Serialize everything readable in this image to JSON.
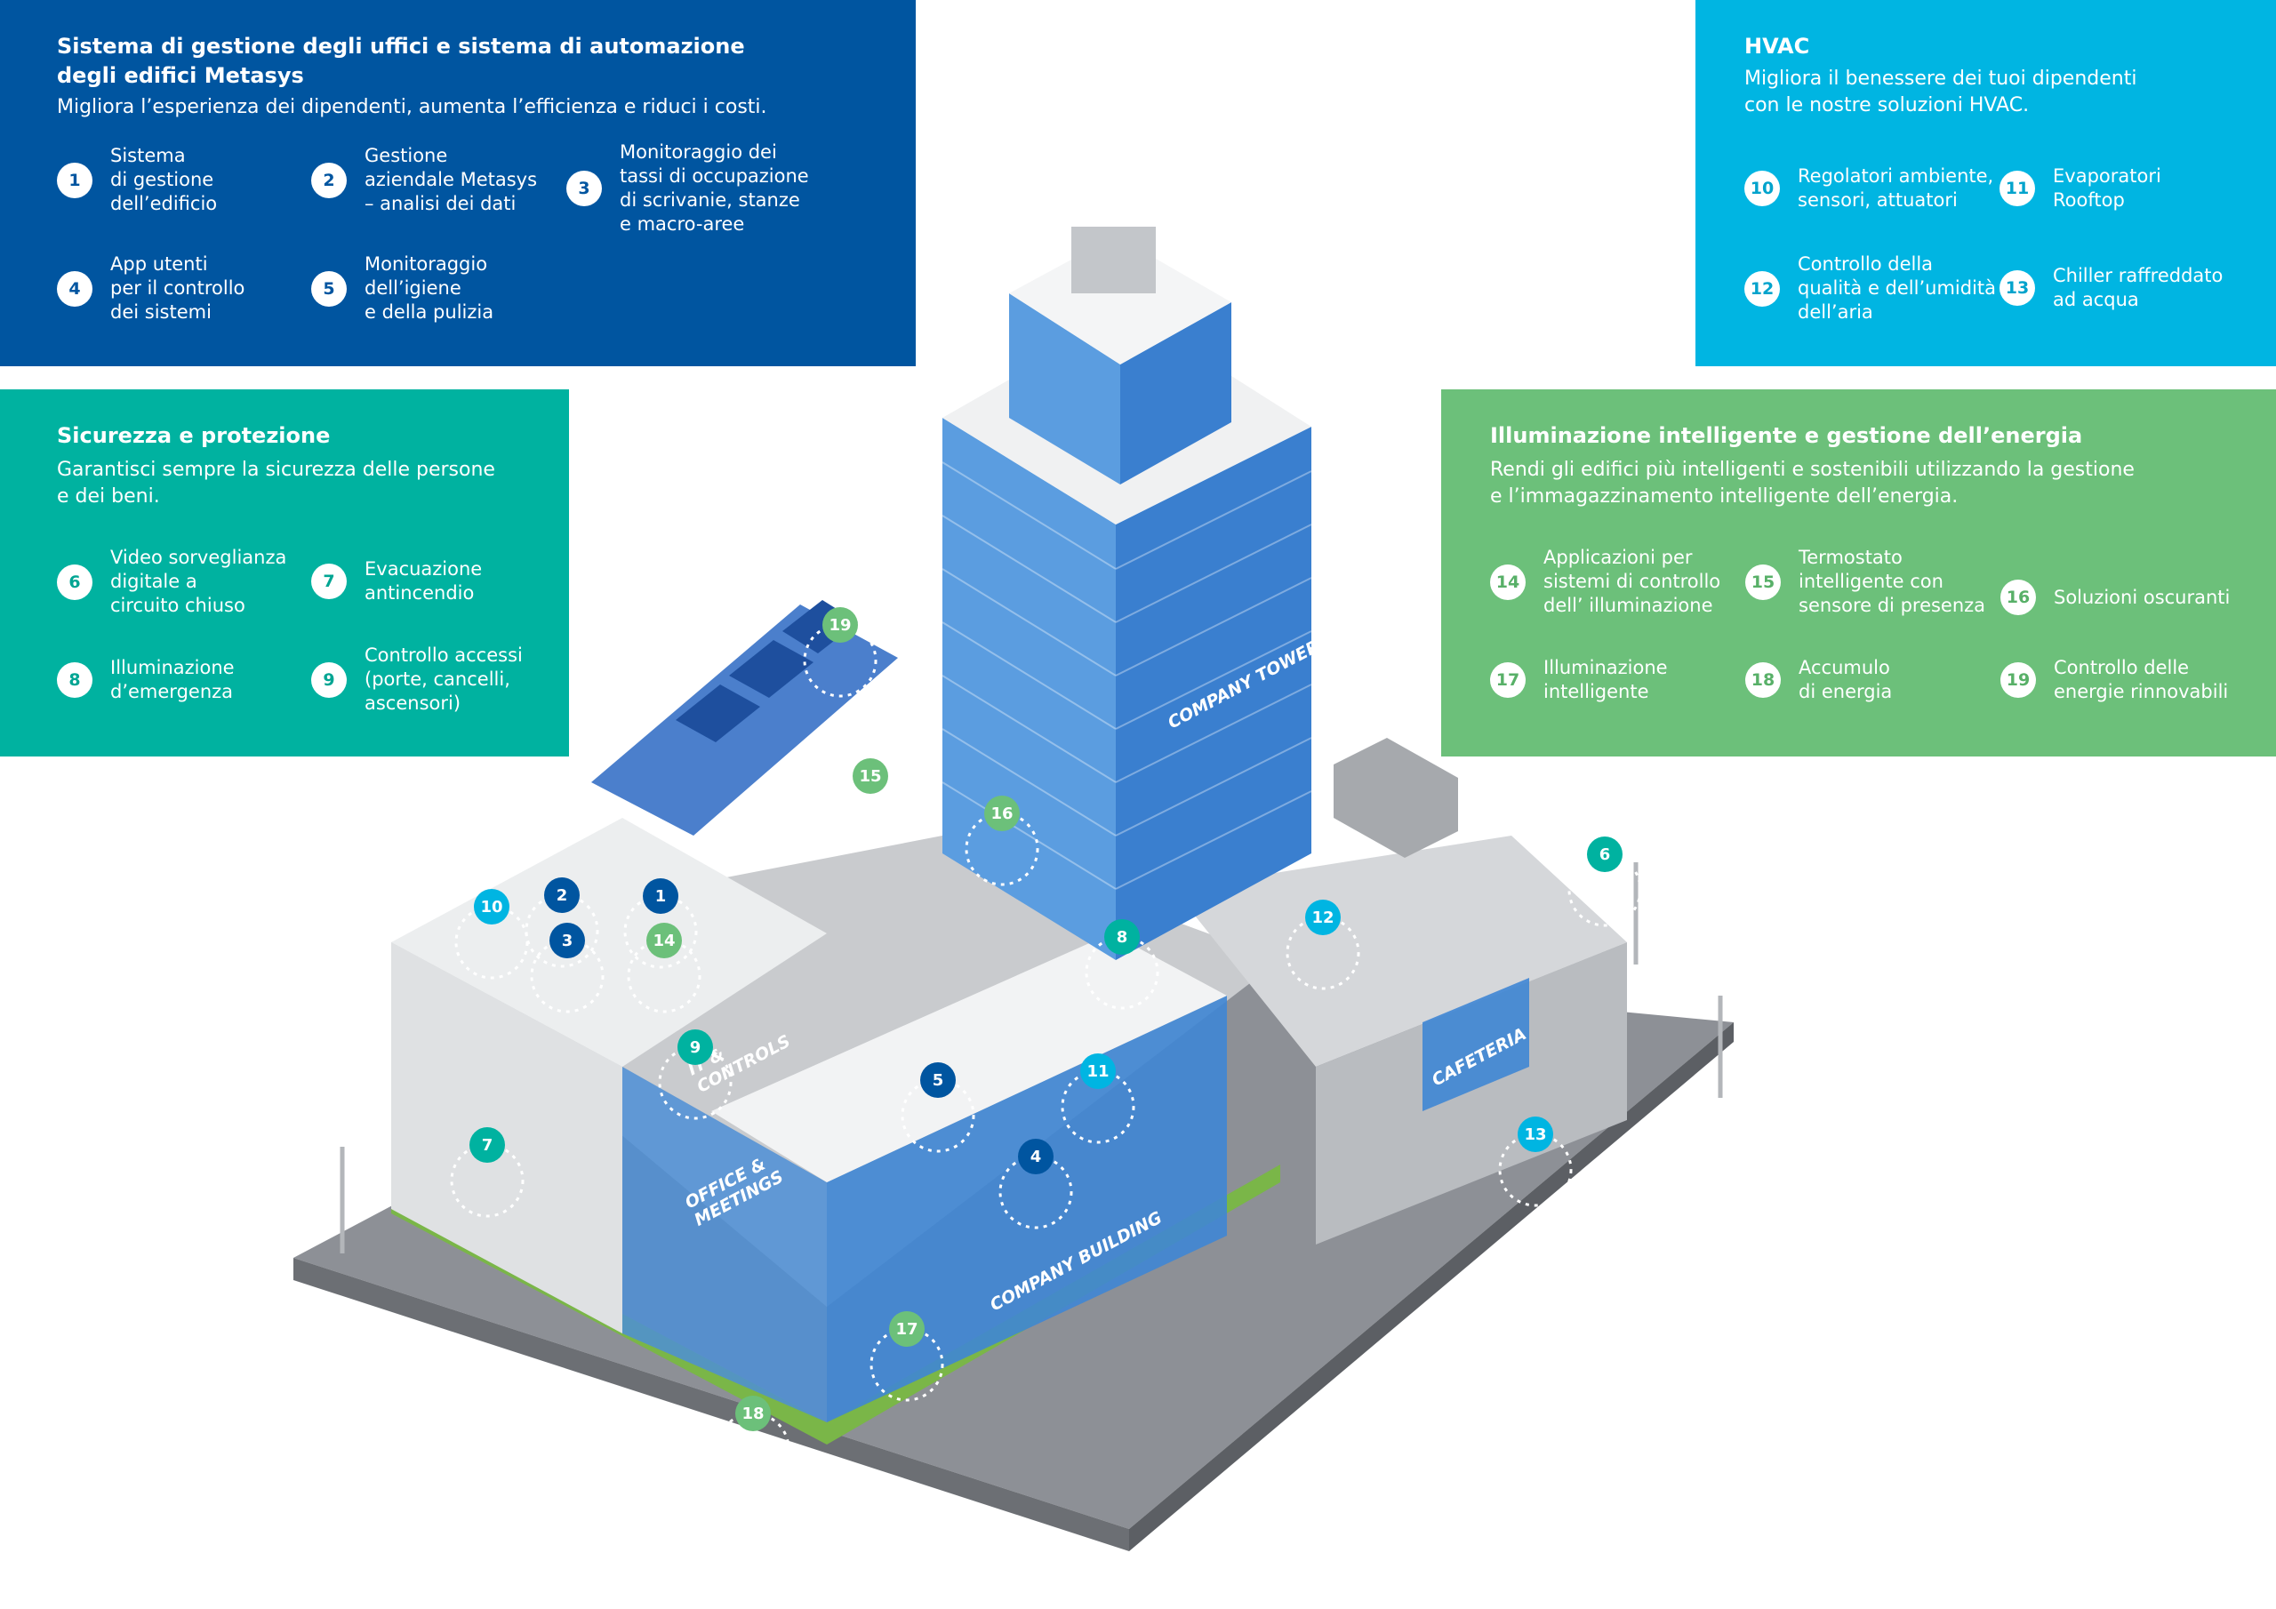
{
  "panels": {
    "metasys": {
      "title": "Sistema di gestione degli uffici e sistema di automazione\ndegli edifici Metasys",
      "subtitle": "Migliora l’esperienza dei dipendenti, aumenta l’efficienza e riduci i costi.",
      "color": "#0055a0",
      "items": [
        {
          "number": "1",
          "label": "Sistema\ndi gestione\ndell’edificio"
        },
        {
          "number": "2",
          "label": "Gestione\naziendale Metasys\n– analisi dei dati"
        },
        {
          "number": "3",
          "label": "Monitoraggio dei\ntassi di occupazione\ndi scrivanie, stanze\ne macro-aree"
        },
        {
          "number": "4",
          "label": "App utenti\nper il controllo\ndei sistemi"
        },
        {
          "number": "5",
          "label": "Monitoraggio\ndell’igiene\ne della pulizia"
        }
      ]
    },
    "hvac": {
      "title": "HVAC",
      "subtitle": "Migliora il benessere dei tuoi dipendenti\ncon le nostre soluzioni HVAC.",
      "color": "#00b5e2",
      "items": [
        {
          "number": "10",
          "label": "Regolatori ambiente,\nsensori, attuatori"
        },
        {
          "number": "11",
          "label": "Evaporatori\nRooftop"
        },
        {
          "number": "12",
          "label": "Controllo della\nqualità e dell’umidità\ndell’aria"
        },
        {
          "number": "13",
          "label": "Chiller raffreddato\nad acqua"
        }
      ]
    },
    "security": {
      "title": "Sicurezza e protezione",
      "subtitle": "Garantisci sempre la sicurezza delle persone\ne dei beni.",
      "color": "#00b2a0",
      "items": [
        {
          "number": "6",
          "label": "Video sorveglianza\ndigitale a\ncircuito chiuso"
        },
        {
          "number": "7",
          "label": "Evacuazione\nantincendio"
        },
        {
          "number": "8",
          "label": "Illuminazione\nd’emergenza"
        },
        {
          "number": "9",
          "label": "Controllo accessi\n(porte, cancelli,\nascensori)"
        }
      ]
    },
    "energy": {
      "title": "Illuminazione intelligente e gestione dell’energia",
      "subtitle": "Rendi gli edifici più intelligenti e sostenibili utilizzando la gestione\ne l’immagazzinamento intelligente dell’energia.",
      "color": "#6cc07a",
      "items": [
        {
          "number": "14",
          "label": "Applicazioni per\nsistemi di controllo\ndell’ illuminazione"
        },
        {
          "number": "15",
          "label": "Termostato\nintelligente con\nsensore di presenza"
        },
        {
          "number": "16",
          "label": "Soluzioni oscuranti"
        },
        {
          "number": "17",
          "label": "Illuminazione\nintelligente"
        },
        {
          "number": "18",
          "label": "Accumulo\ndi energia"
        },
        {
          "number": "19",
          "label": "Controllo delle\nenergie rinnovabili"
        }
      ]
    }
  },
  "building_labels": {
    "tower": "COMPANY TOWER",
    "building": "COMPANY BUILDING",
    "cafeteria": "CAFETERIA",
    "offices": "OFFICE &\nMEETINGS",
    "controls": "IT &\nCONTROLS"
  },
  "markers": [
    {
      "number": "1",
      "group": "metasys"
    },
    {
      "number": "2",
      "group": "metasys"
    },
    {
      "number": "3",
      "group": "metasys"
    },
    {
      "number": "4",
      "group": "metasys"
    },
    {
      "number": "5",
      "group": "metasys"
    },
    {
      "number": "6",
      "group": "security"
    },
    {
      "number": "7",
      "group": "security"
    },
    {
      "number": "8",
      "group": "security"
    },
    {
      "number": "9",
      "group": "security"
    },
    {
      "number": "10",
      "group": "hvac"
    },
    {
      "number": "11",
      "group": "hvac"
    },
    {
      "number": "12",
      "group": "hvac"
    },
    {
      "number": "13",
      "group": "hvac"
    },
    {
      "number": "14",
      "group": "energy"
    },
    {
      "number": "15",
      "group": "energy"
    },
    {
      "number": "16",
      "group": "energy"
    },
    {
      "number": "17",
      "group": "energy"
    },
    {
      "number": "18",
      "group": "energy"
    },
    {
      "number": "19",
      "group": "energy"
    }
  ]
}
